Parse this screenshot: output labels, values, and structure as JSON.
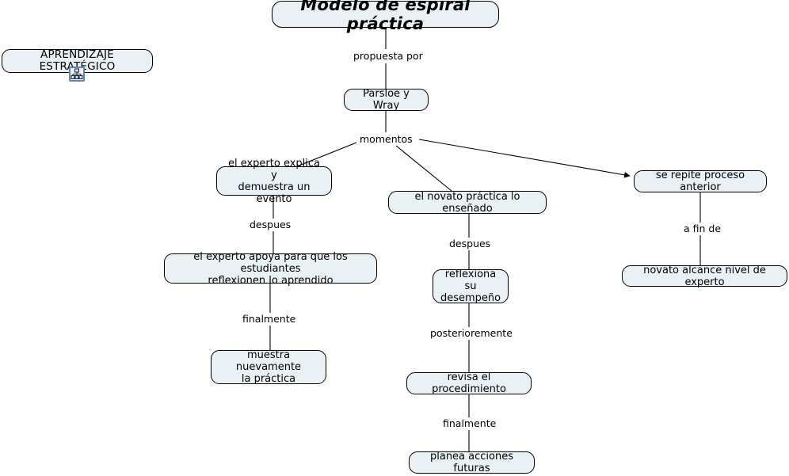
{
  "map": {
    "title_node": {
      "label": "Modelo de espiral práctica"
    },
    "nodes": [
      {
        "id": "aprendizaje",
        "label": "APRENDIZAJE ESTRATÉGICO"
      },
      {
        "id": "parsloe",
        "label": "Parsloe y Wray"
      },
      {
        "id": "experto_explica",
        "label": "el experto explica y\ndemuestra un evento"
      },
      {
        "id": "novato_practica",
        "label": "el novato práctica lo enseñado"
      },
      {
        "id": "se_repite",
        "label": "se repite proceso anterior"
      },
      {
        "id": "experto_apoya",
        "label": "el experto apoya para que los estudiantes\nreflexionen lo aprendido"
      },
      {
        "id": "reflexiona",
        "label": "reflexiona su\ndesempeño"
      },
      {
        "id": "novato_alcance",
        "label": "novato alcance nivel de experto"
      },
      {
        "id": "muestra",
        "label": "muestra nuevamente\nla práctica"
      },
      {
        "id": "revisa",
        "label": "revisa el procedimiento"
      },
      {
        "id": "planea",
        "label": "planea acciones futuras"
      }
    ],
    "link_labels": [
      {
        "id": "propuesta_por",
        "label": "propuesta por"
      },
      {
        "id": "momentos",
        "label": "momentos"
      },
      {
        "id": "despues_izq",
        "label": "despues"
      },
      {
        "id": "despues_centro",
        "label": "despues"
      },
      {
        "id": "a_fin_de",
        "label": "a fin de"
      },
      {
        "id": "finalmente_izq",
        "label": "finalmente"
      },
      {
        "id": "posterioremente",
        "label": "posterioremente"
      },
      {
        "id": "finalmente_centro",
        "label": "finalmente"
      }
    ],
    "icons": [
      {
        "id": "resource-icon",
        "name": "concept-map-resource-icon"
      }
    ],
    "colors": {
      "node_fill": "#eaf1f4",
      "node_border": "#000000",
      "line": "#000000",
      "icon_border": "#5a87b8",
      "background": "#ffffff"
    }
  }
}
